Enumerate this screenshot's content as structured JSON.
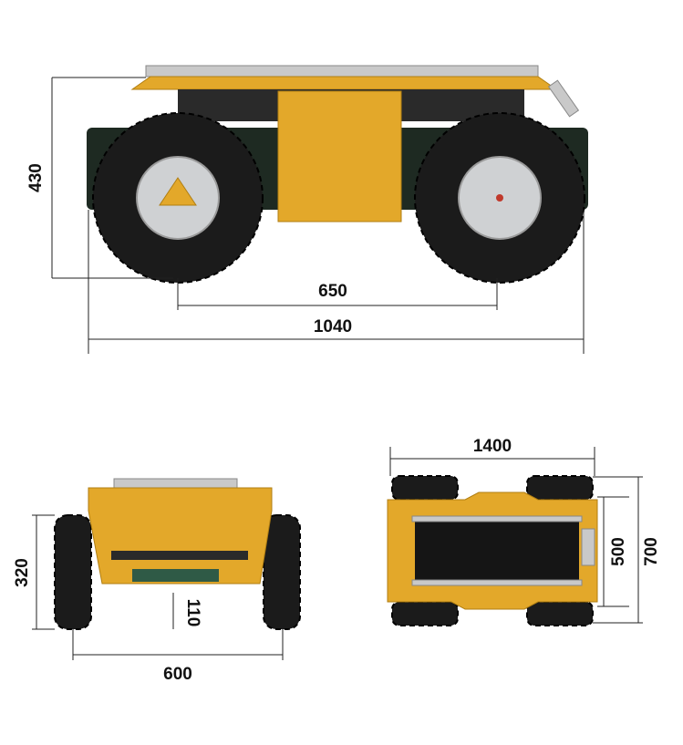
{
  "side_view": {
    "height_label": "430",
    "wheelbase_label": "650",
    "length_label": "1040"
  },
  "front_view": {
    "height_label": "320",
    "ground_clearance_label": "110",
    "track_label": "600"
  },
  "top_view": {
    "length_label": "1400",
    "inner_width_label": "500",
    "width_label": "700"
  },
  "colors": {
    "body": "#e3a82a",
    "tire": "#1b1b1b",
    "chassis": "#1e2a22"
  }
}
